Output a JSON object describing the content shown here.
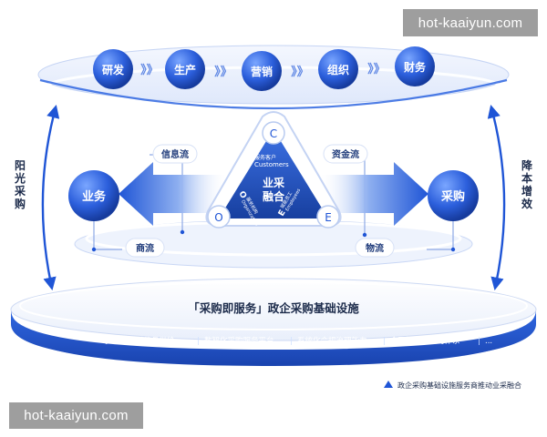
{
  "top_flow": {
    "steps": [
      "研发",
      "生产",
      "营销",
      "组织",
      "财务"
    ],
    "connector": "》》"
  },
  "side_labels": {
    "left": [
      "阳",
      "光",
      "采",
      "购"
    ],
    "right": [
      "降",
      "本",
      "增",
      "效"
    ]
  },
  "tags": {
    "info_flow": "信息流",
    "capital_flow": "资金流",
    "commerce_flow": "商流",
    "logistics_flow": "物流"
  },
  "nodes": {
    "business": "业务",
    "procurement": "采购"
  },
  "triangle": {
    "center": [
      "业采",
      "融合"
    ],
    "c_letter": "C",
    "c_caption_cn": "服务客户",
    "c_caption_en": "Customers",
    "o_letter": "O",
    "o_caption_cn": "服务机构",
    "o_caption_en": "Organization",
    "e_letter": "E",
    "e_caption_cn": "赋能员工",
    "e_caption_en": "Employees",
    "corner_o": "O",
    "corner_e": "E"
  },
  "platform": {
    "title": "「采购即服务」政企采购基础设施",
    "items": [
      "多元化优质优品供给",
      "数智化采购服务平台",
      "系统化合规治理能力",
      "全国性物流履约体系",
      "..."
    ],
    "separator": "|"
  },
  "caption": "政企采购基础设施服务商推动业采融合",
  "watermarks": {
    "top": "hot-kaaiyun.com",
    "bottom": "hot-kaaiyun.com"
  },
  "colors": {
    "primary_blue": "#1f55d6",
    "dark_blue": "#183f9e",
    "light_blue": "#e6eefc",
    "navy": "#16306b"
  }
}
